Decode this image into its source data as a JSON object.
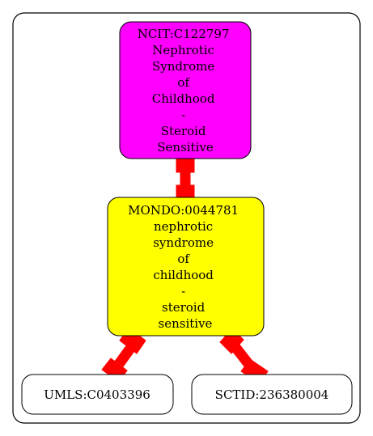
{
  "colors": {
    "background": "#ffffff",
    "cluster_border": "#000000",
    "edge": "#ff0000",
    "ncit_fill": "#ff00ff",
    "mondo_fill": "#ffff00",
    "leaf_fill": "#ffffff"
  },
  "nodes": {
    "ncit": {
      "lines": [
        "NCIT:C122797",
        "Nephrotic",
        "Syndrome",
        "of",
        "Childhood",
        "-",
        "Steroid",
        "Sensitive"
      ]
    },
    "mondo": {
      "lines": [
        "MONDO:0044781",
        "nephrotic",
        "syndrome",
        "of",
        "childhood",
        "-",
        "steroid",
        "sensitive"
      ]
    },
    "umls": {
      "lines": [
        "UMLS:C0403396"
      ]
    },
    "sctid": {
      "lines": [
        "SCTID:236380004"
      ]
    }
  },
  "edges": [
    {
      "from": "ncit",
      "to": "mondo"
    },
    {
      "from": "mondo",
      "to": "umls"
    },
    {
      "from": "mondo",
      "to": "sctid"
    }
  ]
}
